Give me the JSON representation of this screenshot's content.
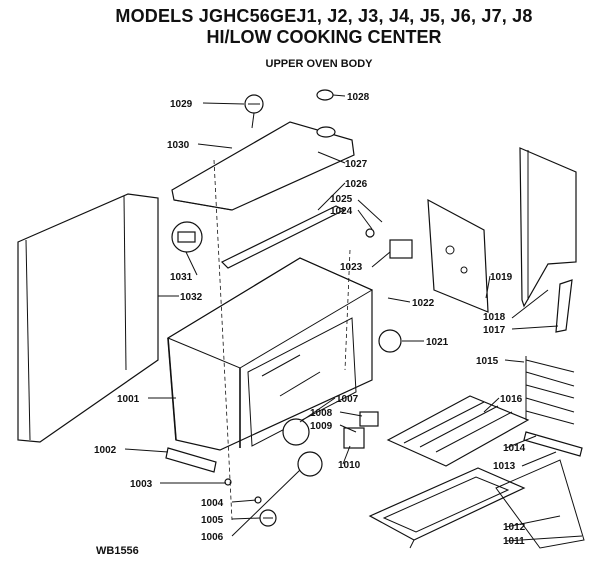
{
  "title_line_1": "MODELS JGHC56GEJ1, J2, J3, J4, J5, J6, J7, J8",
  "title_line_2": "HI/LOW COOKING CENTER",
  "subtitle": "UPPER OVEN BODY",
  "drawing_number": "WB1556",
  "part_callouts": {
    "p1001": "1001",
    "p1002": "1002",
    "p1003": "1003",
    "p1004": "1004",
    "p1005": "1005",
    "p1006": "1006",
    "p1007": "1007",
    "p1008": "1008",
    "p1009": "1009",
    "p1010": "1010",
    "p1011": "1011",
    "p1012": "1012",
    "p1013": "1013",
    "p1014": "1014",
    "p1015": "1015",
    "p1016": "1016",
    "p1017": "1017",
    "p1018": "1018",
    "p1019": "1019",
    "p1021": "1021",
    "p1022": "1022",
    "p1023": "1023",
    "p1024": "1024",
    "p1025": "1025",
    "p1026": "1026",
    "p1027": "1027",
    "p1028": "1028",
    "p1029": "1029",
    "p1030": "1030",
    "p1031": "1031",
    "p1032": "1032"
  }
}
